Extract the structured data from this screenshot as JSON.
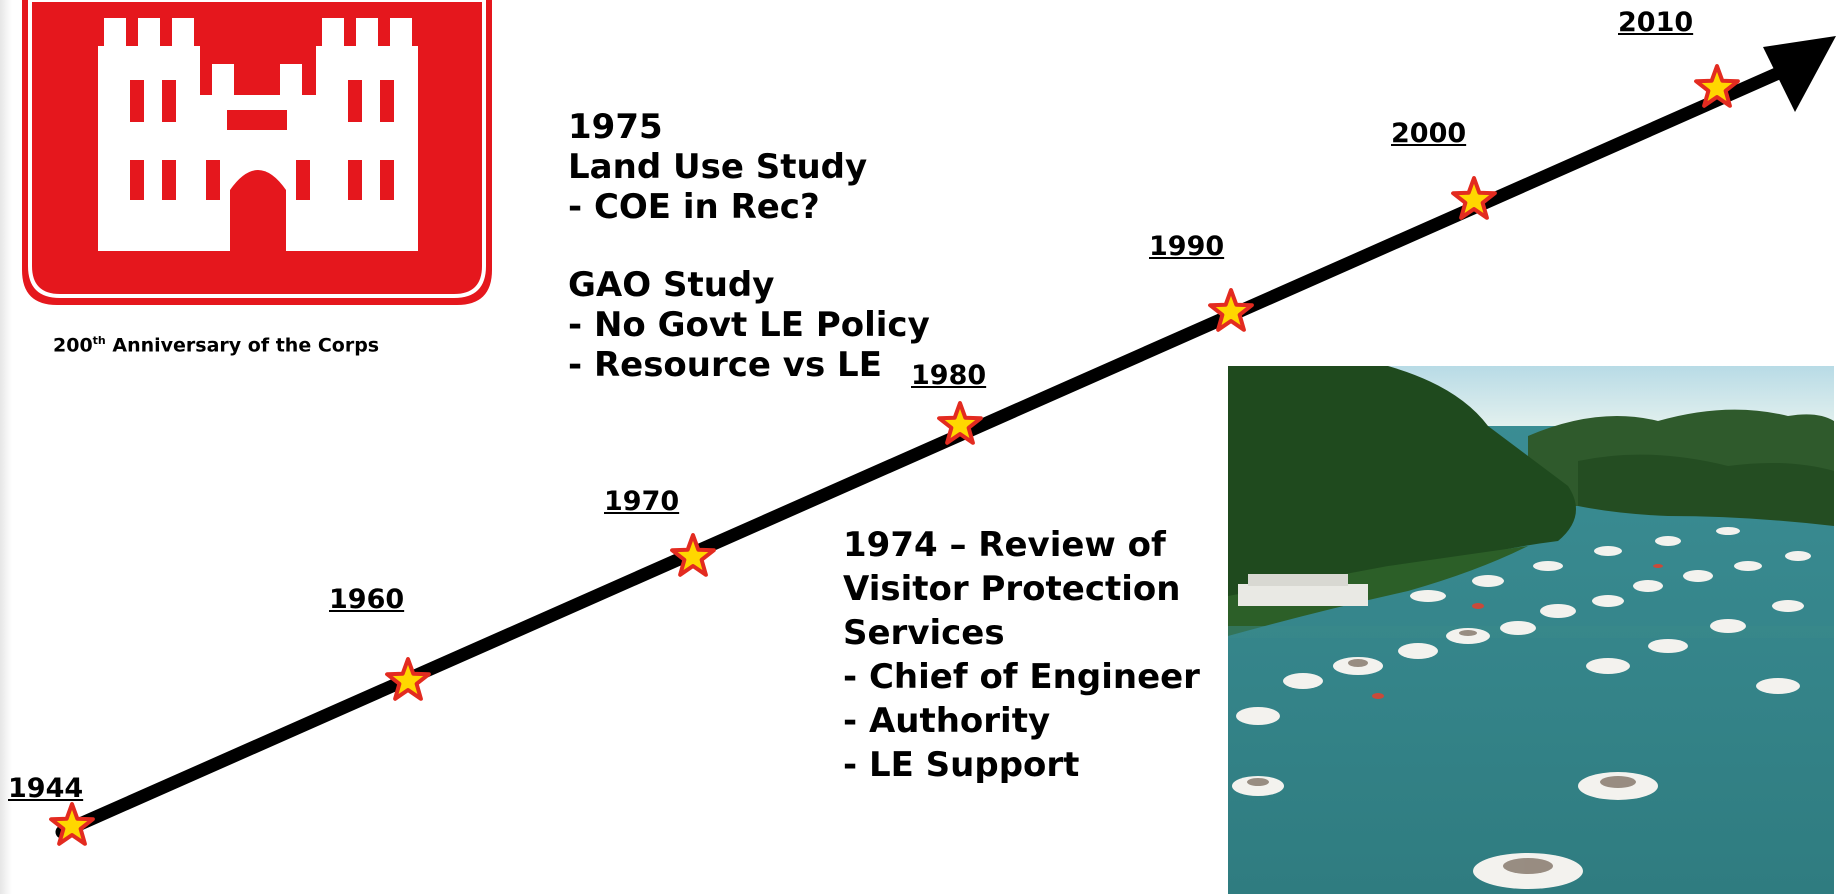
{
  "logo": {
    "name": "castle-logo",
    "caption": {
      "prefix": "200",
      "superscript": "th",
      "suffix": " Anniversary of the Corps"
    },
    "colors": {
      "red": "#e5171d",
      "white": "#ffffff"
    }
  },
  "timeline": {
    "arrow_color": "#000000",
    "star_fill": "#ffd700",
    "star_stroke": "#e32b20",
    "milestones": [
      {
        "year": 1944,
        "label": "1944"
      },
      {
        "year": 1960,
        "label": "1960"
      },
      {
        "year": 1970,
        "label": "1970"
      },
      {
        "year": 1980,
        "label": "1980"
      },
      {
        "year": 1990,
        "label": "1990"
      },
      {
        "year": 2000,
        "label": "2000"
      },
      {
        "year": 2010,
        "label": "2010"
      }
    ]
  },
  "notes": {
    "n1975": {
      "year": "1975",
      "title": "Land Use Study",
      "items": [
        "- COE in Rec?"
      ]
    },
    "gao": {
      "title": "GAO Study",
      "items": [
        "- No Govt LE Policy",
        "- Resource vs LE"
      ]
    },
    "n1974": {
      "lines": [
        "1974 – Review of",
        "Visitor Protection",
        "Services",
        "- Chief of Engineer",
        "- Authority",
        "- LE Support"
      ]
    }
  },
  "photo": {
    "name": "lake-boats-photo"
  }
}
